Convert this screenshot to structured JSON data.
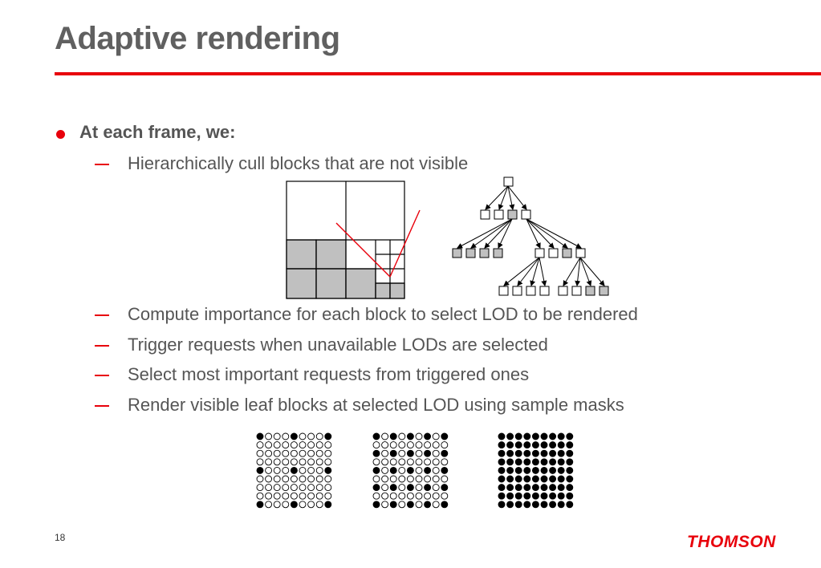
{
  "slide": {
    "title": "Adaptive rendering",
    "page_number": "18",
    "logo_text": "THOMSON"
  },
  "bullets": {
    "level1": "At each frame, we:",
    "items": [
      "Hierarchically cull blocks that are not visible",
      "Compute importance for each block to select LOD to be rendered",
      "Trigger requests when unavailable LODs are selected",
      "Select most important requests from triggered ones",
      "Render visible leaf blocks at selected LOD using sample masks"
    ]
  },
  "colors": {
    "accent": "#e8000b",
    "text": "#555555",
    "title": "#606060",
    "culled_fill": "#c0c0c0"
  },
  "sample_masks": [
    {
      "filled": [
        [
          0,
          0
        ],
        [
          0,
          4
        ],
        [
          0,
          8
        ],
        [
          4,
          0
        ],
        [
          4,
          4
        ],
        [
          4,
          8
        ],
        [
          8,
          0
        ],
        [
          8,
          4
        ],
        [
          8,
          8
        ]
      ]
    },
    {
      "filled": [
        [
          0,
          0
        ],
        [
          0,
          2
        ],
        [
          0,
          4
        ],
        [
          0,
          6
        ],
        [
          0,
          8
        ],
        [
          2,
          0
        ],
        [
          2,
          2
        ],
        [
          2,
          4
        ],
        [
          2,
          6
        ],
        [
          2,
          8
        ],
        [
          4,
          0
        ],
        [
          4,
          2
        ],
        [
          4,
          4
        ],
        [
          4,
          6
        ],
        [
          4,
          8
        ],
        [
          6,
          0
        ],
        [
          6,
          2
        ],
        [
          6,
          4
        ],
        [
          6,
          6
        ],
        [
          6,
          8
        ],
        [
          8,
          0
        ],
        [
          8,
          2
        ],
        [
          8,
          4
        ],
        [
          8,
          6
        ],
        [
          8,
          8
        ]
      ]
    },
    {
      "filled": "all"
    }
  ]
}
